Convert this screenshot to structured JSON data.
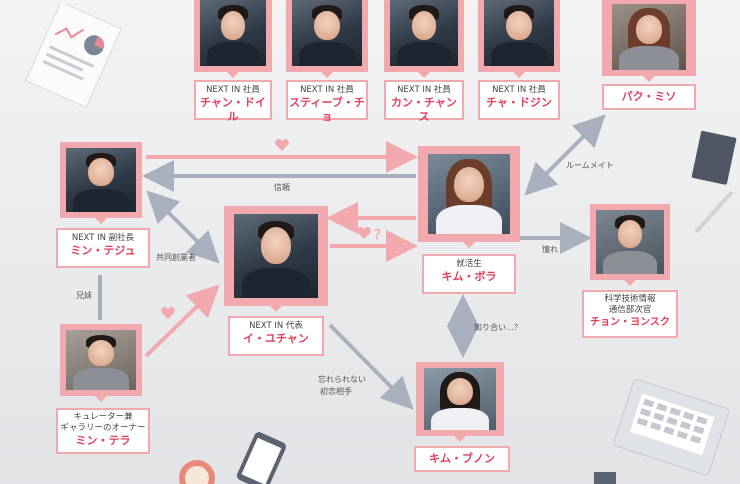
{
  "colors": {
    "pink": "#f1a9ae",
    "name_red": "#e0405b",
    "arrow_gray": "#a9b0bd",
    "arrow_pink": "#f1a9ae"
  },
  "characters": {
    "chan_doyle": {
      "role": "NEXT IN 社員",
      "name": "チャン・ドイル"
    },
    "steve_cho": {
      "role": "NEXT IN 社員",
      "name": "スティーブ・チョ"
    },
    "kang_chans": {
      "role": "NEXT IN 社員",
      "name": "カン・チャンス"
    },
    "cha_dojin": {
      "role": "NEXT IN 社員",
      "name": "チャ・ドジン"
    },
    "park_miso": {
      "role": "",
      "name": "パク・ミソ"
    },
    "min_teju": {
      "role": "NEXT IN 副社長",
      "name": "ミン・テジュ"
    },
    "kim_bora": {
      "role": "就活生",
      "name": "キム・ボラ"
    },
    "lee_yuchan": {
      "role": "NEXT IN 代表",
      "name": "イ・ユチャン"
    },
    "jeon_yongsuk": {
      "role_line1": "科学技術情報",
      "role_line2": "通信部次官",
      "name": "チョン・ヨンスク"
    },
    "min_tera": {
      "role_line1": "キュレーター兼",
      "role_line2": "ギャラリーのオーナー",
      "name": "ミン・テラ"
    },
    "kim_bunon": {
      "role": "",
      "name": "キム・ブノン"
    }
  },
  "relations": {
    "trust": "信頼",
    "roommate": "ルームメイト",
    "cofounder": "共同創業者",
    "admire": "憧れ",
    "siblings": "兄妹",
    "acquaintance": "知り合い…？",
    "first_love": "忘れられない",
    "first_love2": "初恋相手",
    "heart_q": "？"
  },
  "icons": [
    "heart-icon",
    "document-chart-icon",
    "notebook-icon",
    "pen-icon",
    "laptop-icon",
    "phone-icon",
    "coffee-cup-icon"
  ]
}
